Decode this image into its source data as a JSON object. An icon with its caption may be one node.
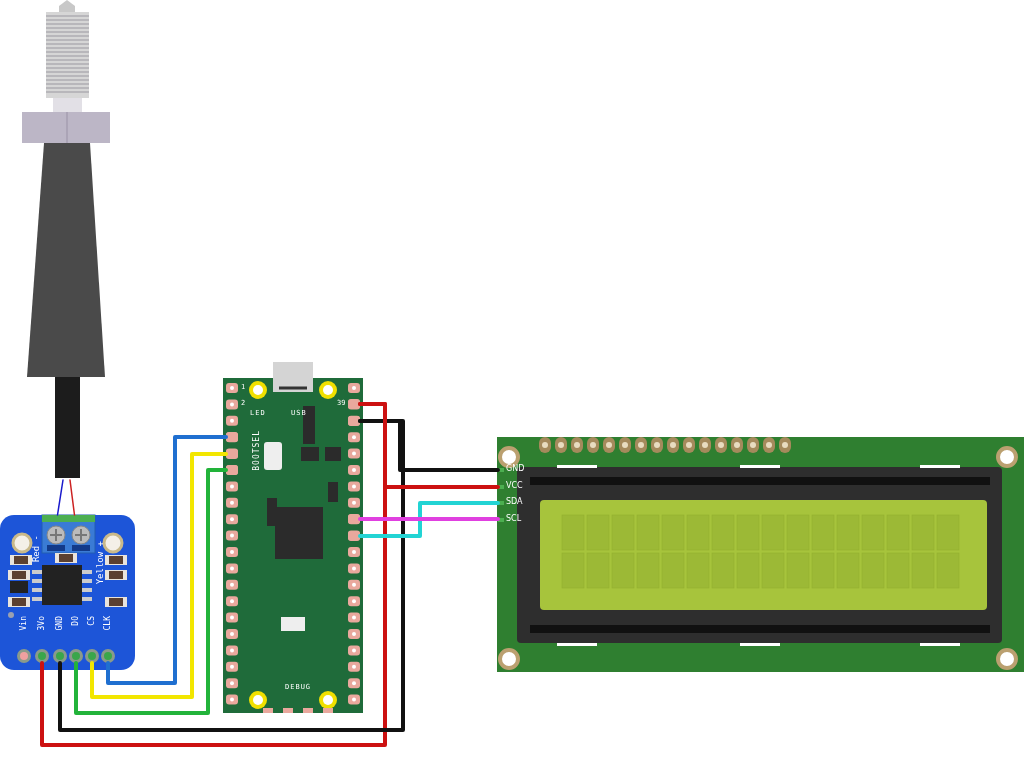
{
  "diagram": {
    "nodes": [
      {
        "text": [],
        "shape": "picture"
      },
      {
        "text": [
          "Red -",
          "Yellow +"
        ]
      },
      {
        "text": [
          "Vin"
        ],
        "in": 1
      },
      {
        "text": [
          "3Vo"
        ],
        "in": 1
      },
      {
        "text": [
          "GND"
        ],
        "in": 1
      },
      {
        "text": [
          "DO"
        ],
        "in": 1
      },
      {
        "text": [
          "CS"
        ],
        "in": 1
      },
      {
        "text": [
          "CLK"
        ],
        "in": 1
      },
      {
        "text": [
          "LED",
          "USB",
          "BOOTSEL",
          "DEBUG"
        ]
      },
      {
        "text": [],
        "shape": "box",
        "in": 8
      },
      {
        "text": [],
        "shape": "box",
        "in": 8
      },
      {
        "text": [],
        "shape": "box",
        "in": 8
      },
      {
        "text": [],
        "shape": "box",
        "in": 8
      },
      {
        "text": [],
        "shape": "box",
        "in": 8
      },
      {
        "text": [],
        "shape": "box",
        "in": 8
      },
      {
        "text": [],
        "shape": "box",
        "in": 8
      },
      {
        "text": [],
        "shape": "picture"
      },
      {
        "text": [
          "GND"
        ],
        "in": 16
      },
      {
        "text": [
          "VCC"
        ],
        "in": 16
      },
      {
        "text": [
          "SDA"
        ],
        "in": 16
      },
      {
        "text": [
          "SCL"
        ],
        "in": 16
      }
    ],
    "edges": [
      {
        "from": 0,
        "to": 1,
        "arrow": "none",
        "color": "#1a1acc"
      },
      {
        "from": 0,
        "to": 1,
        "arrow": "none",
        "color": "#cc2222"
      },
      {
        "from": 7,
        "to": 9,
        "arrow": "none",
        "color": "#1f6fd0"
      },
      {
        "from": 6,
        "to": 10,
        "arrow": "none",
        "color": "#f2e600"
      },
      {
        "from": 5,
        "to": 11,
        "arrow": "none",
        "color": "#22b33a"
      },
      {
        "from": 3,
        "to": 12,
        "arrow": "none",
        "color": "#cc1111"
      },
      {
        "from": 4,
        "to": 13,
        "arrow": "none",
        "color": "#111111"
      },
      {
        "from": 13,
        "to": 17,
        "arrow": "none",
        "color": "#111111"
      },
      {
        "from": 12,
        "to": 18,
        "arrow": "none",
        "color": "#cc1111"
      },
      {
        "from": 15,
        "to": 19,
        "arrow": "none",
        "color": "#22d4d4"
      },
      {
        "from": 14,
        "to": 20,
        "arrow": "none",
        "color": "#e040e0"
      }
    ],
    "labels": [
      "1",
      "2",
      "39"
    ]
  }
}
